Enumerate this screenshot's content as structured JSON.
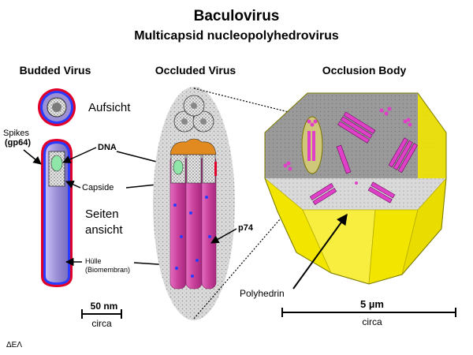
{
  "title": "Baculovirus",
  "subtitle": "Multicapsid nucleopolyhedrovirus",
  "sections": {
    "budded": "Budded Virus",
    "occluded": "Occluded Virus",
    "occlusion_body": "Occlusion Body"
  },
  "labels": {
    "aufsicht": "Aufsicht",
    "spikes": "Spikes",
    "gp64": "(gp64)",
    "dna": "DNA",
    "capside": "Capside",
    "seiten": "Seiten",
    "ansicht": "ansicht",
    "huelle": "Hülle",
    "biomembran": "(Biomembran)",
    "p74": "p74",
    "polyhedrin": "Polyhedrin"
  },
  "scales": {
    "left_value": "50 nm",
    "left_note": "circa",
    "right_value": "5 µm",
    "right_note": "circa"
  },
  "signature": "ΔΕΛ",
  "colors": {
    "envelope_purple": "#9b8fd6",
    "membrane_blue": "#2a3cff",
    "spike_red": "#e0002a",
    "nucleocapsid_magenta": "#c8409a",
    "polyhedrin_yellow": "#f2e600",
    "crystal_grey": "#9a9a9a"
  }
}
